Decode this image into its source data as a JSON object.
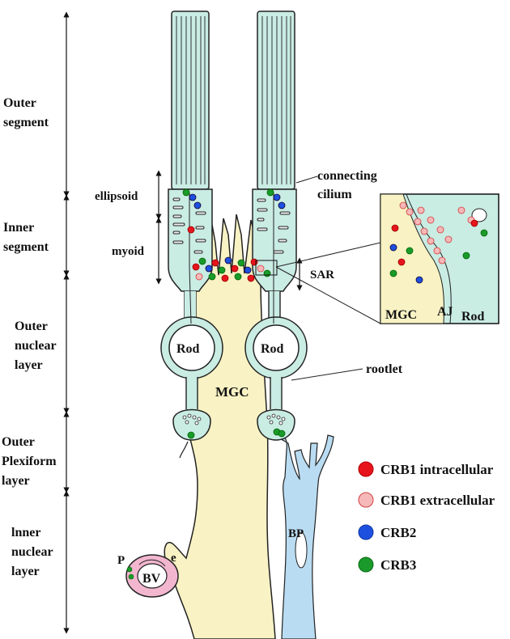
{
  "layers": {
    "outer_segment": [
      "Outer",
      "segment"
    ],
    "inner_segment": [
      "Inner",
      "segment"
    ],
    "outer_nuclear_layer": [
      "Outer",
      "nuclear",
      "layer"
    ],
    "outer_plexiform_layer": [
      "Outer",
      "Plexiform",
      "layer"
    ],
    "inner_nuclear_layer": [
      "lnner",
      "nuclear",
      "layer"
    ]
  },
  "sublayers": {
    "ellipsoid": "ellipsoid",
    "myoid": "myoid",
    "sar": "SAR"
  },
  "cells": {
    "rod_left": "Rod",
    "rod_right": "Rod",
    "mgc": "MGC",
    "bp": "BP",
    "bv": "BV",
    "pericyte": "P",
    "endothelial": "e"
  },
  "callouts": {
    "connecting_cilium": [
      "connecting",
      "cilium"
    ],
    "rootlet": "rootlet"
  },
  "inset": {
    "mgc": "MGC",
    "aj": "AJ",
    "rod": "Rod"
  },
  "legend": [
    {
      "label": "CRB1 intracellular",
      "fill": "#e8141c",
      "stroke": "#b00000"
    },
    {
      "label": "CRB1 extracellular",
      "fill": "#f6b8b8",
      "stroke": "#d04040"
    },
    {
      "label": "CRB2",
      "fill": "#1e50e0",
      "stroke": "#1038a0"
    },
    {
      "label": "CRB3",
      "fill": "#1a9a2a",
      "stroke": "#0f6a1a"
    }
  ],
  "colors": {
    "photoreceptor": "#c9ece3",
    "mgc": "#f8f2c4",
    "bipolar": "#b9dcf2",
    "vessel": "#f2b6cf",
    "outline": "#222222"
  }
}
